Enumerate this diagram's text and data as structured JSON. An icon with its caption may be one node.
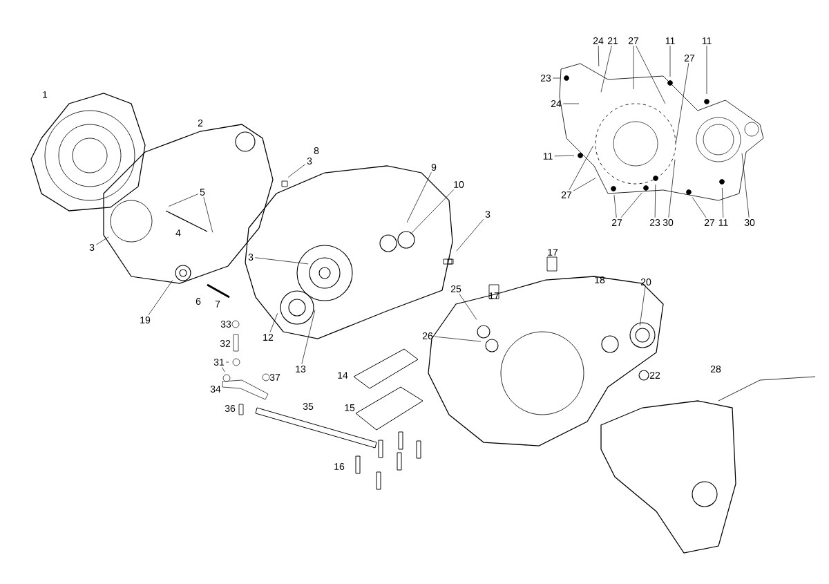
{
  "diagram": {
    "nodes": [
      {
        "text": [
          "3"
        ]
      },
      {
        "text": [
          "5"
        ]
      },
      {
        "text": [
          "3"
        ]
      },
      {
        "text": [
          "19"
        ]
      },
      {
        "text": [
          "9"
        ]
      },
      {
        "text": [
          "10"
        ]
      },
      {
        "text": [
          "3"
        ]
      },
      {
        "text": [
          "3"
        ]
      },
      {
        "text": [
          "12"
        ]
      },
      {
        "text": [
          "13"
        ]
      },
      {
        "text": [
          "31"
        ]
      },
      {
        "text": [
          "20"
        ]
      },
      {
        "text": [
          "25"
        ]
      },
      {
        "text": [
          "26"
        ]
      },
      {
        "text": [
          "24"
        ]
      },
      {
        "text": [
          "21"
        ]
      },
      {
        "text": [
          "27"
        ]
      },
      {
        "text": [
          "11"
        ]
      },
      {
        "text": [
          "11"
        ]
      },
      {
        "text": [
          "27"
        ]
      },
      {
        "text": [
          "23"
        ]
      },
      {
        "text": [
          "24"
        ]
      },
      {
        "text": [
          "11"
        ]
      },
      {
        "text": [
          "27"
        ]
      },
      {
        "text": [
          "27"
        ]
      },
      {
        "text": [
          "23"
        ]
      },
      {
        "text": [
          "30"
        ]
      },
      {
        "text": [
          "27"
        ]
      },
      {
        "text": [
          "11"
        ]
      },
      {
        "text": [
          "30"
        ]
      }
    ],
    "edges": [
      {
        "from": 0,
        "to": null,
        "arrow": "none"
      },
      {
        "from": 1,
        "to": null,
        "arrow": "none"
      },
      {
        "from": 1,
        "to": null,
        "arrow": "none"
      },
      {
        "from": 2,
        "to": null,
        "arrow": "none"
      },
      {
        "from": 3,
        "to": null,
        "arrow": "none"
      },
      {
        "from": 4,
        "to": null,
        "arrow": "none"
      },
      {
        "from": 5,
        "to": null,
        "arrow": "none"
      },
      {
        "from": 6,
        "to": null,
        "arrow": "none"
      },
      {
        "from": 7,
        "to": null,
        "arrow": "none"
      },
      {
        "from": 8,
        "to": null,
        "arrow": "none"
      },
      {
        "from": 9,
        "to": null,
        "arrow": "none"
      },
      {
        "from": 10,
        "to": null,
        "arrow": "none"
      },
      {
        "from": 10,
        "to": null,
        "arrow": "none"
      },
      {
        "from": 11,
        "to": null,
        "arrow": "none"
      },
      {
        "from": 12,
        "to": null,
        "arrow": "none"
      },
      {
        "from": 13,
        "to": null,
        "arrow": "none"
      },
      {
        "from": 14,
        "to": null,
        "arrow": "none"
      },
      {
        "from": 15,
        "to": null,
        "arrow": "none"
      },
      {
        "from": 16,
        "to": null,
        "arrow": "none"
      },
      {
        "from": 16,
        "to": null,
        "arrow": "none"
      },
      {
        "from": 17,
        "to": null,
        "arrow": "none"
      },
      {
        "from": 18,
        "to": null,
        "arrow": "none"
      },
      {
        "from": 19,
        "to": null,
        "arrow": "none"
      },
      {
        "from": 20,
        "to": null,
        "arrow": "none"
      },
      {
        "from": 21,
        "to": null,
        "arrow": "none"
      },
      {
        "from": 22,
        "to": null,
        "arrow": "none"
      },
      {
        "from": 23,
        "to": null,
        "arrow": "none"
      },
      {
        "from": 23,
        "to": null,
        "arrow": "none"
      },
      {
        "from": 24,
        "to": null,
        "arrow": "none"
      },
      {
        "from": 24,
        "to": null,
        "arrow": "none"
      },
      {
        "from": 25,
        "to": null,
        "arrow": "none"
      },
      {
        "from": 26,
        "to": null,
        "arrow": "none"
      },
      {
        "from": 27,
        "to": null,
        "arrow": "none"
      },
      {
        "from": 28,
        "to": null,
        "arrow": "none"
      },
      {
        "from": 29,
        "to": null,
        "arrow": "none"
      }
    ],
    "labels": [
      "1",
      "2",
      "8",
      "4",
      "6",
      "7",
      "17",
      "18",
      "17",
      "33",
      "32",
      "34",
      "37",
      "14",
      "22",
      "28",
      "36",
      "35",
      "15",
      "16"
    ]
  }
}
